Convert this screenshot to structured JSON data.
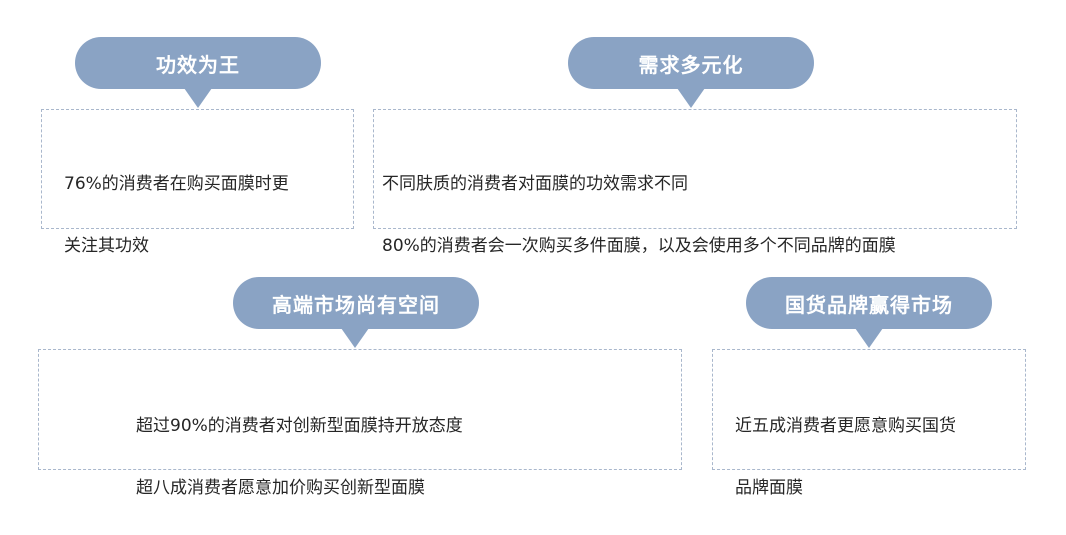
{
  "cards": [
    {
      "title": "功效为王",
      "lines": [
        "76%的消费者在购买面膜时更",
        "关注其功效"
      ]
    },
    {
      "title": "需求多元化",
      "lines": [
        "不同肤质的消费者对面膜的功效需求不同",
        "80%的消费者会一次购买多件面膜，以及会使用多个不同品牌的面膜"
      ]
    },
    {
      "title": "高端市场尚有空间",
      "lines": [
        "超过90%的消费者对创新型面膜持开放态度",
        "超八成消费者愿意加价购买创新型面膜"
      ]
    },
    {
      "title": "国货品牌赢得市场",
      "lines": [
        "近五成消费者更愿意购买国货",
        "品牌面膜"
      ]
    }
  ],
  "colors": {
    "pill": "#8aa3c4",
    "border": "#a9b7cc",
    "text": "#262626"
  }
}
